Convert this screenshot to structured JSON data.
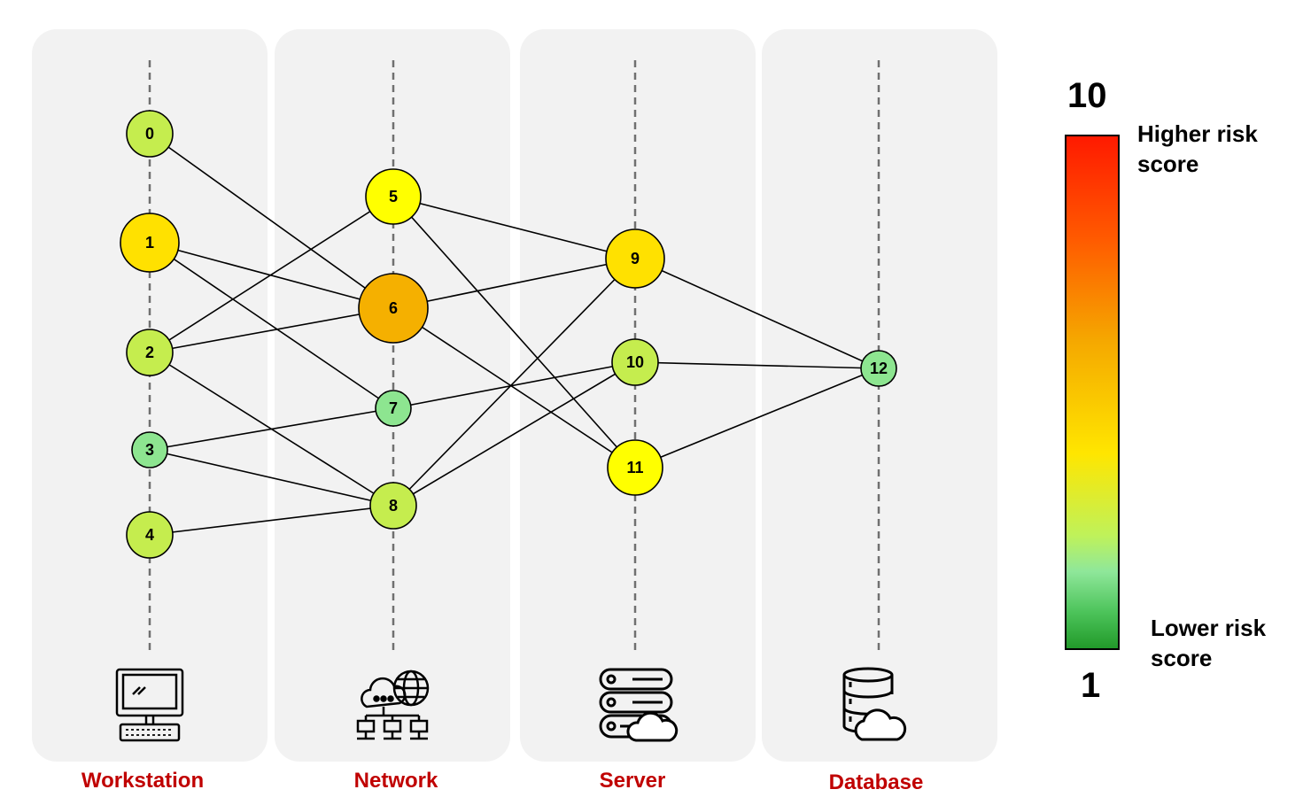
{
  "lanes": [
    {
      "id": "workstation",
      "label": "Workstation",
      "icon": "desktop-computer-icon"
    },
    {
      "id": "network",
      "label": "Network",
      "icon": "cloud-network-icon"
    },
    {
      "id": "server",
      "label": "Server",
      "icon": "server-cloud-icon"
    },
    {
      "id": "database",
      "label": "Database",
      "icon": "database-cloud-icon"
    }
  ],
  "nodes": [
    {
      "id": "0",
      "label": "0",
      "lane": "workstation",
      "color": "#c5ed4e"
    },
    {
      "id": "1",
      "label": "1",
      "lane": "workstation",
      "color": "#ffe100"
    },
    {
      "id": "2",
      "label": "2",
      "lane": "workstation",
      "color": "#c5ed4e"
    },
    {
      "id": "3",
      "label": "3",
      "lane": "workstation",
      "color": "#8de590"
    },
    {
      "id": "4",
      "label": "4",
      "lane": "workstation",
      "color": "#c5ed4e"
    },
    {
      "id": "5",
      "label": "5",
      "lane": "network",
      "color": "#ffff00"
    },
    {
      "id": "6",
      "label": "6",
      "lane": "network",
      "color": "#f5b000"
    },
    {
      "id": "7",
      "label": "7",
      "lane": "network",
      "color": "#8de590"
    },
    {
      "id": "8",
      "label": "8",
      "lane": "network",
      "color": "#c5ed4e"
    },
    {
      "id": "9",
      "label": "9",
      "lane": "server",
      "color": "#ffe100"
    },
    {
      "id": "10",
      "label": "10",
      "lane": "server",
      "color": "#c5ed4e"
    },
    {
      "id": "11",
      "label": "11",
      "lane": "server",
      "color": "#ffff00"
    },
    {
      "id": "12",
      "label": "12",
      "lane": "database",
      "color": "#8de590"
    }
  ],
  "edges": [
    [
      "0",
      "6"
    ],
    [
      "1",
      "6"
    ],
    [
      "1",
      "7"
    ],
    [
      "2",
      "5"
    ],
    [
      "2",
      "6"
    ],
    [
      "2",
      "8"
    ],
    [
      "3",
      "7"
    ],
    [
      "3",
      "8"
    ],
    [
      "4",
      "8"
    ],
    [
      "5",
      "9"
    ],
    [
      "5",
      "11"
    ],
    [
      "6",
      "9"
    ],
    [
      "6",
      "11"
    ],
    [
      "7",
      "10"
    ],
    [
      "8",
      "9"
    ],
    [
      "8",
      "10"
    ],
    [
      "9",
      "12"
    ],
    [
      "10",
      "12"
    ],
    [
      "11",
      "12"
    ]
  ],
  "legend": {
    "max_value": "10",
    "min_value": "1",
    "high_label": "Higher risk score",
    "low_label": "Lower risk score"
  }
}
